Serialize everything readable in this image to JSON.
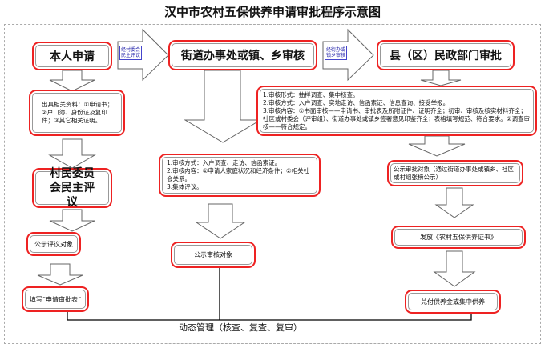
{
  "title": "汉中市农村五保供养申请审批程序示意图",
  "top_row": {
    "step1": "本人申请",
    "arrow1_label": "经村委会民主评议",
    "step2": "街道办事处或镇、乡审核",
    "arrow2_label": "经街办或镇乡审核",
    "step3": "县（区）民政部门审批"
  },
  "left_column": {
    "materials": "出具相关资料：①申请书；②户口簿、身份证及复印件；③其它相关证明。",
    "committee": "村民委员会民主评议",
    "publicize": "公示评议对象",
    "fill_form": "填写“申请审批表”"
  },
  "middle_column": {
    "review_lines": [
      "1.审核方式：入户调查、走访、信函索证。",
      "2.审核内容：①申请人家庭状况和经济条件；②相关社会关系。",
      "3.集体评议。"
    ],
    "publicize": "公示审核对象"
  },
  "right_column": {
    "approval_lines": [
      "1.审核形式：抽样调查、集中核查。",
      "2.审核方式：入户调查、实地走访、信函索证、信息查询、接受举报。",
      "3.审核内容：①书面审核——申请书、审批表及所附证件、证明齐全；初审、审核及核实材料齐全；社区或村委会（评审组）、街道办事处或镇乡签署意见印鉴齐全；表格填写规范、符合要求。②调查审核——符合规定。"
    ],
    "publicize": "公示审批对象（通过街道办事处或镇乡、社区或村组张榜公示）",
    "issue": "发放《农村五保供养证书》",
    "pay": "兑付供养金或集中供养"
  },
  "footer": "动态管理（核查、复查、复审）"
}
